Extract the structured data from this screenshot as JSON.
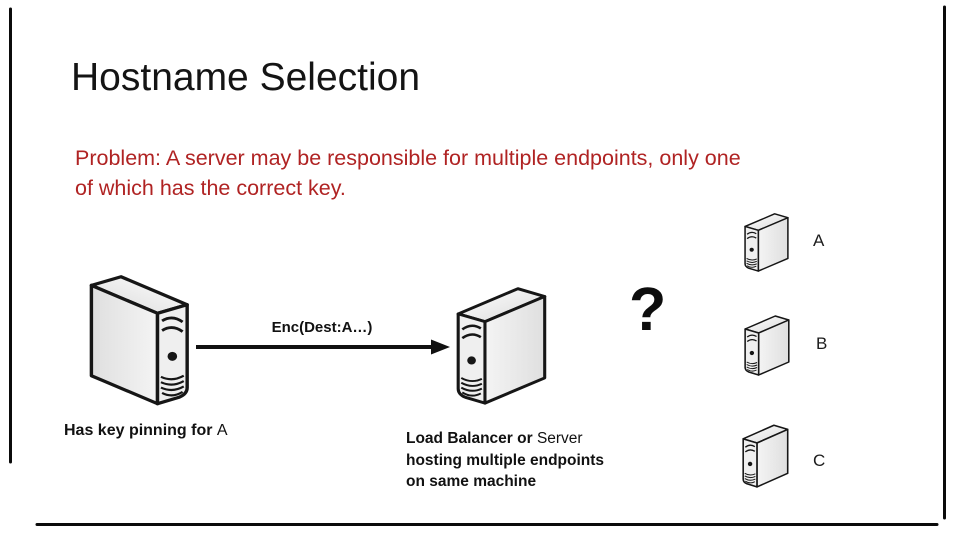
{
  "slide": {
    "title": "Hostname Selection",
    "problem": {
      "line1": "Problem: A server may be responsible for multiple endpoints, only one",
      "line2": "of which has the correct key."
    },
    "colors": {
      "background": "#ffffff",
      "title_text": "#141414",
      "problem_text": "#b02323",
      "diagram_ink": "#161616",
      "server_fill": "#ececec",
      "border": "#0b0b0b"
    },
    "diagram": {
      "left_server_label": {
        "bold": "Has key pinning for ",
        "regular": "A"
      },
      "arrow_label": "Enc(Dest:A…)",
      "question_mark": "?",
      "endpoint_labels": [
        "A",
        "B",
        "C"
      ],
      "caption": {
        "line1_bold": "Load Balancer or ",
        "line1_regular": "Server",
        "line2": "hosting multiple endpoints",
        "line3": "on same machine"
      }
    }
  }
}
